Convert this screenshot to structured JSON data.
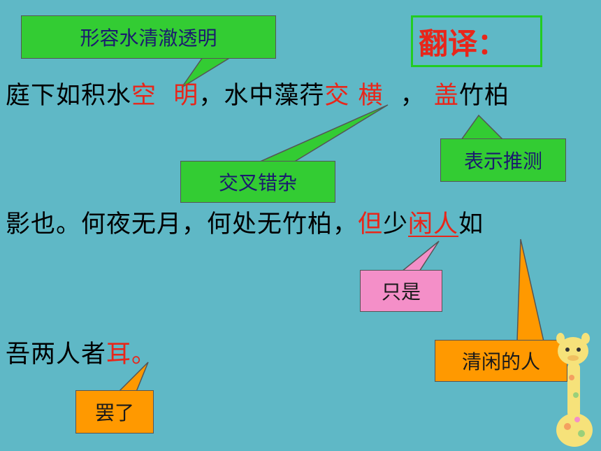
{
  "title": "翻译：",
  "lines": {
    "line1": [
      "庭下如积水",
      "空",
      "明",
      "，水中藻荇",
      "交",
      "横",
      "，",
      "盖",
      "竹柏"
    ],
    "line2": [
      "影也。何夜无月，何处无竹柏，",
      "但",
      "少",
      "闲人",
      "如"
    ],
    "line3": [
      "吾两人者",
      "耳",
      "。"
    ]
  },
  "callouts": {
    "kong_ming": "形容水清澈透明",
    "jiao_heng": "交叉错杂",
    "gai": "表示推测",
    "dan": "只是",
    "xian_ren": "清闲的人",
    "er": "罢了"
  },
  "colors": {
    "background": "#5fb8c6",
    "highlight": "#e8261a",
    "green_box": "#33cc33",
    "pink_box": "#f48fc8",
    "orange_box": "#ff9900"
  }
}
